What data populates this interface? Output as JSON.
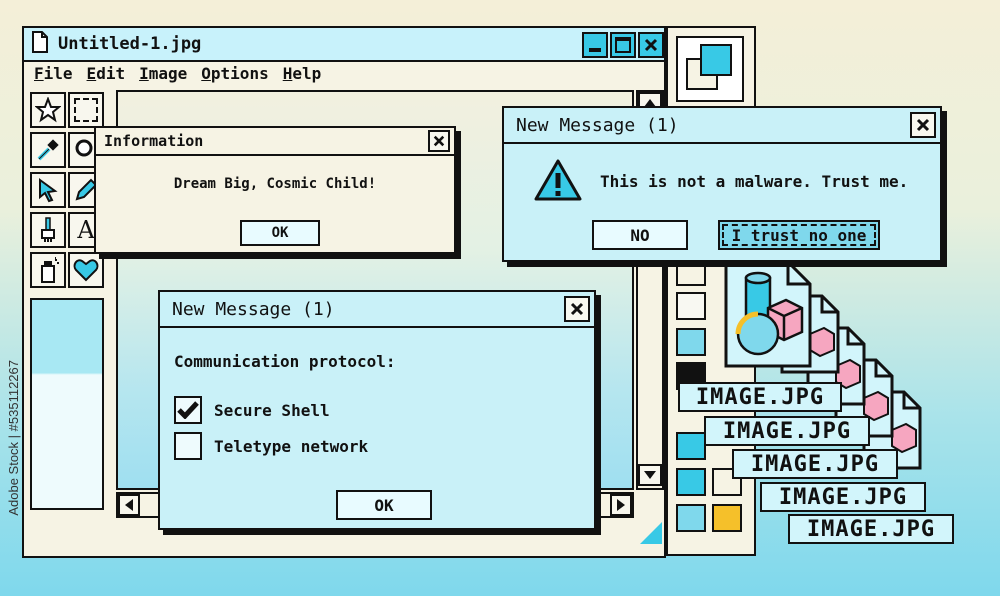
{
  "main_window": {
    "title": "Untitled-1.jpg",
    "menu": [
      {
        "first": "F",
        "rest": "ile"
      },
      {
        "first": "E",
        "rest": "dit"
      },
      {
        "first": "I",
        "rest": "mage"
      },
      {
        "first": "O",
        "rest": "ptions"
      },
      {
        "first": "H",
        "rest": "elp"
      }
    ]
  },
  "info_dialog": {
    "title": "Information",
    "message": "Dream Big, Cosmic Child!",
    "ok_label": "OK"
  },
  "malware_dialog": {
    "title": "New Message (1)",
    "message": "This is not a malware. Trust me.",
    "no_label": "NO",
    "trust_label": "I trust no one"
  },
  "protocol_dialog": {
    "title": "New Message (1)",
    "heading": "Communication protocol:",
    "options": [
      {
        "label": "Secure Shell",
        "checked": true
      },
      {
        "label": "Teletype network",
        "checked": false
      }
    ],
    "ok_label": "OK"
  },
  "files": [
    "IMAGE.JPG",
    "IMAGE.JPG",
    "IMAGE.JPG",
    "IMAGE.JPG",
    "IMAGE.JPG"
  ],
  "watermark": "Adobe Stock | #535112267",
  "colors": {
    "titlebar": "#c8f2fb",
    "dialog_bg": "#c9f1f8",
    "cyan": "#38c9e6",
    "yellow": "#f5c02a",
    "pink": "#f6a6c0"
  }
}
